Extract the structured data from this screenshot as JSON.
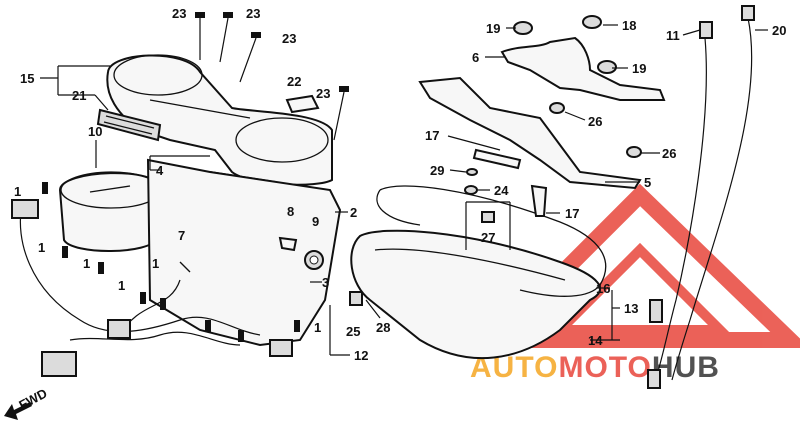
{
  "callouts": [
    {
      "id": "c23a",
      "text": "23"
    },
    {
      "id": "c23b",
      "text": "23"
    },
    {
      "id": "c23c",
      "text": "23"
    },
    {
      "id": "c23d",
      "text": "23"
    },
    {
      "id": "c22",
      "text": "22"
    },
    {
      "id": "c15",
      "text": "15"
    },
    {
      "id": "c21",
      "text": "21"
    },
    {
      "id": "c10",
      "text": "10"
    },
    {
      "id": "c4",
      "text": "4"
    },
    {
      "id": "c1a",
      "text": "1"
    },
    {
      "id": "c1b",
      "text": "1"
    },
    {
      "id": "c1c",
      "text": "1"
    },
    {
      "id": "c1d",
      "text": "1"
    },
    {
      "id": "c1e",
      "text": "1"
    },
    {
      "id": "c1f",
      "text": "1"
    },
    {
      "id": "c7",
      "text": "7"
    },
    {
      "id": "c8",
      "text": "8"
    },
    {
      "id": "c9",
      "text": "9"
    },
    {
      "id": "c2",
      "text": "2"
    },
    {
      "id": "c3",
      "text": "3"
    },
    {
      "id": "c25",
      "text": "25"
    },
    {
      "id": "c28",
      "text": "28"
    },
    {
      "id": "c12",
      "text": "12"
    },
    {
      "id": "c19a",
      "text": "19"
    },
    {
      "id": "c18",
      "text": "18"
    },
    {
      "id": "c6",
      "text": "6"
    },
    {
      "id": "c19b",
      "text": "19"
    },
    {
      "id": "c26a",
      "text": "26"
    },
    {
      "id": "c26b",
      "text": "26"
    },
    {
      "id": "c17a",
      "text": "17"
    },
    {
      "id": "c29",
      "text": "29"
    },
    {
      "id": "c24",
      "text": "24"
    },
    {
      "id": "c5",
      "text": "5"
    },
    {
      "id": "c17b",
      "text": "17"
    },
    {
      "id": "c27",
      "text": "27"
    },
    {
      "id": "c11",
      "text": "11"
    },
    {
      "id": "c20",
      "text": "20"
    },
    {
      "id": "c16",
      "text": "16"
    },
    {
      "id": "c13",
      "text": "13"
    },
    {
      "id": "c14",
      "text": "14"
    }
  ],
  "direction_label": "FWD",
  "watermark": {
    "part1": "AUTO",
    "part2": "MOTO",
    "part3": "HUB",
    "color_orange": "#f5a623",
    "color_red": "#e8463c",
    "color_dark": "#333333"
  }
}
